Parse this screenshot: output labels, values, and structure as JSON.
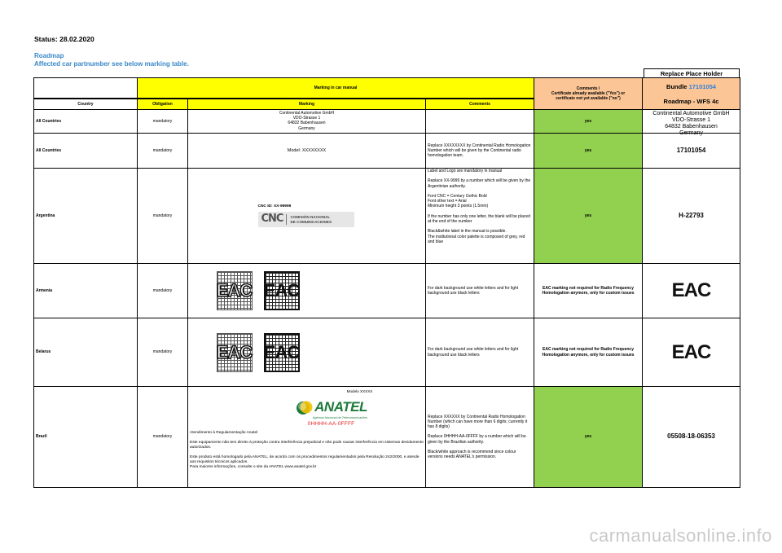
{
  "header": {
    "status": "Status: 28.02.2020",
    "roadmap_line1": "Roadmap",
    "roadmap_line2": "Affected car partnumber see below marking table."
  },
  "replace_place_holder": "Replace Place Holder",
  "table": {
    "group_header": "Marking in car manual",
    "comments_availability_header": "Comments /\nCertificate already available (\"Yes\") or\ncertificate not yet available (\"no\")",
    "bundle_label": "Bundle",
    "bundle_number": "17101054",
    "roadmap_label": "Roadmap -  WFS 4c",
    "col_country": "Country",
    "col_obligation": "Obligation",
    "col_marking": "Marking",
    "col_comments": "Comments",
    "rows": [
      {
        "country": "All Countries",
        "obligation": "mandatory",
        "marking": "Continental Automotive GmbH\nVDO-Strasse 1\n64832 Babenhausen\nGermany",
        "comments": "",
        "availability": "yes",
        "placeholder": "Continental Automotive GmbH\nVDO-Strasse 1\n64832 Babenhausen\nGermany"
      },
      {
        "country": "All Countries",
        "obligation": "mandatory",
        "marking": "Model: XXXXXXXX",
        "comments": "Replace XXXXXXXX by Continental Radio Homologation Number which will be given by the Continental radio homologation team.",
        "availability": "yes",
        "placeholder": "17101054"
      },
      {
        "country": "Argentina",
        "obligation": "mandatory",
        "marking_id": "CNC ID: XX-99999",
        "logo_main": "CNC",
        "logo_sub1": "COMISIÓN NACIONAL",
        "logo_sub2": "DE COMUNICACIONES",
        "comments": "Label and Logo are mandatory in manual\n\nReplace XX-9999 by a number which will be given by the Argentinian authority.\n\nFont CNC = Century Gothic Bold\nFont other text  = Arial\nMinimum height 3 points (1.5mm)\n\nIf the number has only one letter, the blank will be placed at the end of the number\n\nBlack&white label in the manual is possible.\nThe institutional color palette is composed of grey, red and blue",
        "availability": "yes",
        "placeholder": "H-22793"
      },
      {
        "country": "Armenia",
        "obligation": "mandatory",
        "eac": "EAC",
        "comments": "For dark background use white letters and for light background use black letters",
        "availability": "EAC marking not required for Radio Frequency Homologation anymore, only for custom issues"
      },
      {
        "country": "Belarus",
        "obligation": "mandatory",
        "eac": "EAC",
        "comments": "For dark background use white letters and for light background use black letters",
        "availability": "EAC marking not required for Radio Frequency Homologation anymore, only for custom issues"
      },
      {
        "country": "Brazil",
        "obligation": "mandatory",
        "model": "Modelo XXXXX",
        "anatel": "ANATEL",
        "anatel_sub": "Agência Nacional de Telecomunicações",
        "anatel_code": "0HHHH-AA-0FFFF",
        "marking_text": "Atendimento à Regulamentação Anatel\n\nEste equipamento não tem direito à proteção contra interferência prejudicial e não pode causar interferência em sistemas devidamente autorizados.\n\nEste produto está homologado pela ANATEL, de acordo com os procedimentos regulamentados pela Resolução 242/2000, e atende aos requisitos técnicos aplicados.\nPara maiores informações, consulte o site da ANATEL www.anatel.gov.br",
        "comments": "Replace XXXXXX by Continental Radio Homologation Number (which can have more than 6 digits; currently it has 8 digits)\n\nReplace 0HHHH-AA-0FFFF by a number which will be given by the Brazilian authority.\n\nBlack/white approach is  recommend since colour versions needs ANATEL's permission.",
        "availability": "yes",
        "placeholder": "05508-18-06353"
      }
    ]
  },
  "watermark": "carmanualsonline.info",
  "colors": {
    "yellow": "#ffff00",
    "peach": "#fbc596",
    "green": "#92d050",
    "roadmap_blue": "#3a88c8",
    "bundle_blue": "#2f7fd8",
    "anatel_green": "#1f7a3a",
    "anatel_red": "#e02020"
  }
}
